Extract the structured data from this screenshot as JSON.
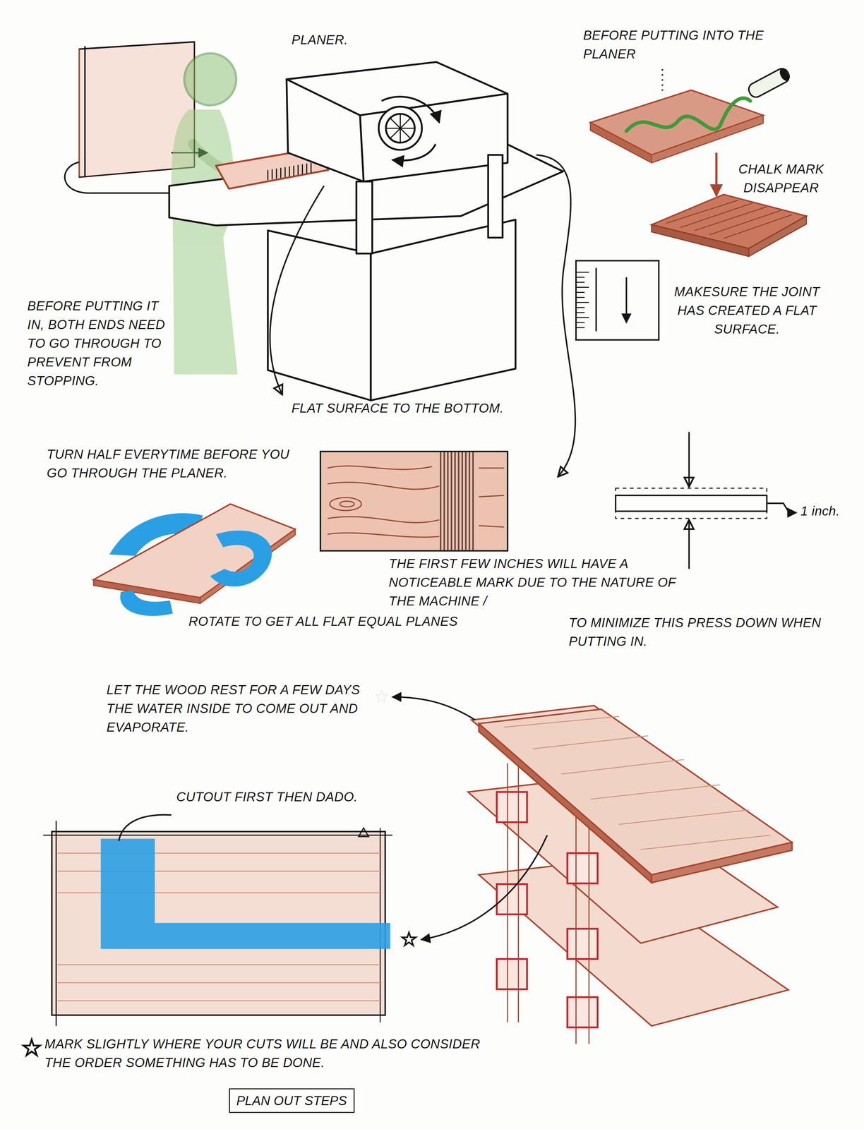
{
  "diagram": {
    "nodes": [
      {
        "text": [
          "PLAN OUT STEPS"
        ]
      }
    ],
    "labels": [
      "PLANER.",
      "BEFORE PUTTING INTO THE PLANER",
      "CHALK MARK DISAPPEAR",
      "MAKESURE THE JOINT HAS CREATED A FLAT SURFACE.",
      "BEFORE PUTTING IT IN, BOTH ENDS NEED TO GO THROUGH TO PREVENT FROM STOPPING.",
      "FLAT SURFACE TO THE BOTTOM.",
      "TURN HALF EVERYTIME BEFORE YOU GO THROUGH THE PLANER.",
      "THE FIRST FEW INCHES WILL HAVE A NOTICEABLE MARK DUE TO THE NATURE OF THE MACHINE /",
      "1 inch.",
      "TO MINIMIZE THIS PRESS DOWN WHEN PUTTING IN.",
      "ROTATE TO GET ALL FLAT EQUAL PLANES",
      "LET THE WOOD REST FOR A FEW DAYS THE WATER INSIDE TO COME OUT AND EVAPORATE.",
      "CUTOUT FIRST THEN DADO.",
      "MARK SLIGHTLY WHERE YOUR CUTS WILL BE AND ALSO CONSIDER THE ORDER SOMETHING HAS TO BE DONE."
    ]
  }
}
